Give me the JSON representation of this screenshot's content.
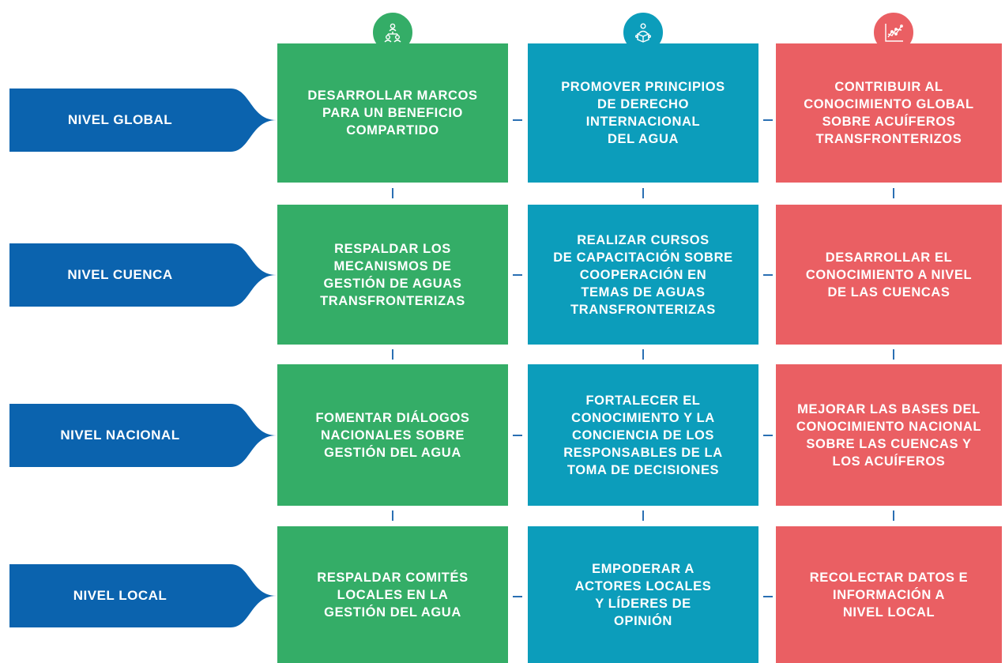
{
  "colors": {
    "level": "#0b63ae",
    "green": "#34ad67",
    "blue": "#0c9dbb",
    "red": "#ea5f63",
    "connector": "#2a6fb3"
  },
  "columns": [
    {
      "icon": "people-network-icon",
      "color": "#34ad67"
    },
    {
      "icon": "person-with-book-icon",
      "color": "#0c9dbb"
    },
    {
      "icon": "line-chart-icon",
      "color": "#ea5f63"
    }
  ],
  "levels": [
    {
      "label": "NIVEL GLOBAL",
      "cells": [
        "DESARROLLAR MARCOS\nPARA UN BENEFICIO\nCOMPARTIDO",
        "PROMOVER PRINCIPIOS\nDE DERECHO\nINTERNACIONAL\nDEL AGUA",
        "CONTRIBUIR AL\nCONOCIMIENTO GLOBAL\nSOBRE ACUÍFEROS\nTRANSFRONTERIZOS"
      ]
    },
    {
      "label": "NIVEL CUENCA",
      "cells": [
        "RESPALDAR LOS\nMECANISMOS DE\nGESTIÓN DE AGUAS\nTRANSFRONTERIZAS",
        "REALIZAR CURSOS\nDE CAPACITACIÓN SOBRE\nCOOPERACIÓN EN\nTEMAS DE AGUAS\nTRANSFRONTERIZAS",
        "DESARROLLAR EL\nCONOCIMIENTO A NIVEL\nDE LAS CUENCAS"
      ]
    },
    {
      "label": "NIVEL NACIONAL",
      "cells": [
        "FOMENTAR DIÁLOGOS\nNACIONALES SOBRE\nGESTIÓN DEL AGUA",
        "FORTALECER EL\nCONOCIMIENTO Y LA\nCONCIENCIA DE LOS\nRESPONSABLES DE LA\nTOMA DE DECISIONES",
        "MEJORAR LAS BASES DEL\nCONOCIMIENTO NACIONAL\nSOBRE LAS CUENCAS Y\nLOS ACUÍFEROS"
      ]
    },
    {
      "label": "NIVEL LOCAL",
      "cells": [
        "RESPALDAR COMITÉS\nLOCALES EN LA\nGESTIÓN DEL AGUA",
        "EMPODERAR A\nACTORES LOCALES\nY LÍDERES DE\nOPINIÓN",
        "RECOLECTAR DATOS E\nINFORMACIÓN A\nNIVEL LOCAL"
      ]
    }
  ]
}
